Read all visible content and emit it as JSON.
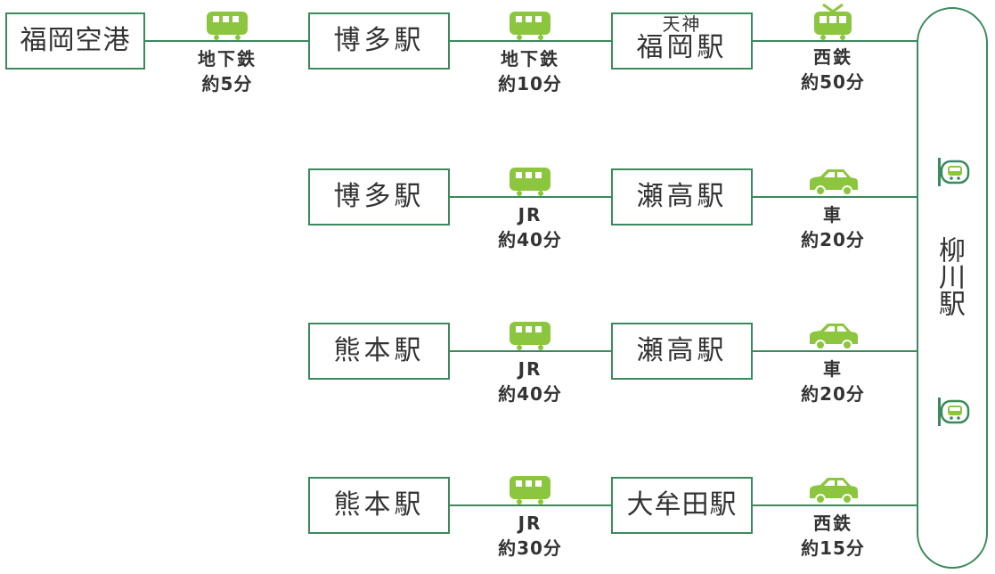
{
  "colors": {
    "line": "#3a8a5c",
    "icon": "#8cc63f",
    "text": "#333333"
  },
  "origin": "福岡空港",
  "destination": "柳川駅",
  "routes": [
    {
      "stations": [
        {
          "sub": "",
          "name": "博多駅"
        },
        {
          "sub": "天神",
          "name": "福岡駅"
        }
      ],
      "segments": [
        {
          "icon": "subway-train-icon",
          "mode": "地下鉄",
          "time": "約5分"
        },
        {
          "icon": "subway-train-icon",
          "mode": "地下鉄",
          "time": "約10分"
        },
        {
          "icon": "tram-train-icon",
          "mode": "西鉄",
          "time": "約50分"
        }
      ]
    },
    {
      "stations": [
        {
          "sub": "",
          "name": "博多駅"
        },
        {
          "sub": "",
          "name": "瀬高駅"
        }
      ],
      "segments": [
        {
          "icon": "train-icon",
          "mode": "JR",
          "time": "約40分"
        },
        {
          "icon": "car-icon",
          "mode": "車",
          "time": "約20分"
        }
      ]
    },
    {
      "stations": [
        {
          "sub": "",
          "name": "熊本駅"
        },
        {
          "sub": "",
          "name": "瀬高駅"
        }
      ],
      "segments": [
        {
          "icon": "train-icon",
          "mode": "JR",
          "time": "約40分"
        },
        {
          "icon": "car-icon",
          "mode": "車",
          "time": "約20分"
        }
      ]
    },
    {
      "stations": [
        {
          "sub": "",
          "name": "熊本駅"
        },
        {
          "sub": "",
          "name": "大牟田駅"
        }
      ],
      "segments": [
        {
          "icon": "train-icon",
          "mode": "JR",
          "time": "約30分"
        },
        {
          "icon": "car-icon",
          "mode": "西鉄",
          "time": "約15分"
        }
      ]
    }
  ],
  "terminal_icons": [
    "station-sign-icon",
    "station-sign-icon"
  ]
}
